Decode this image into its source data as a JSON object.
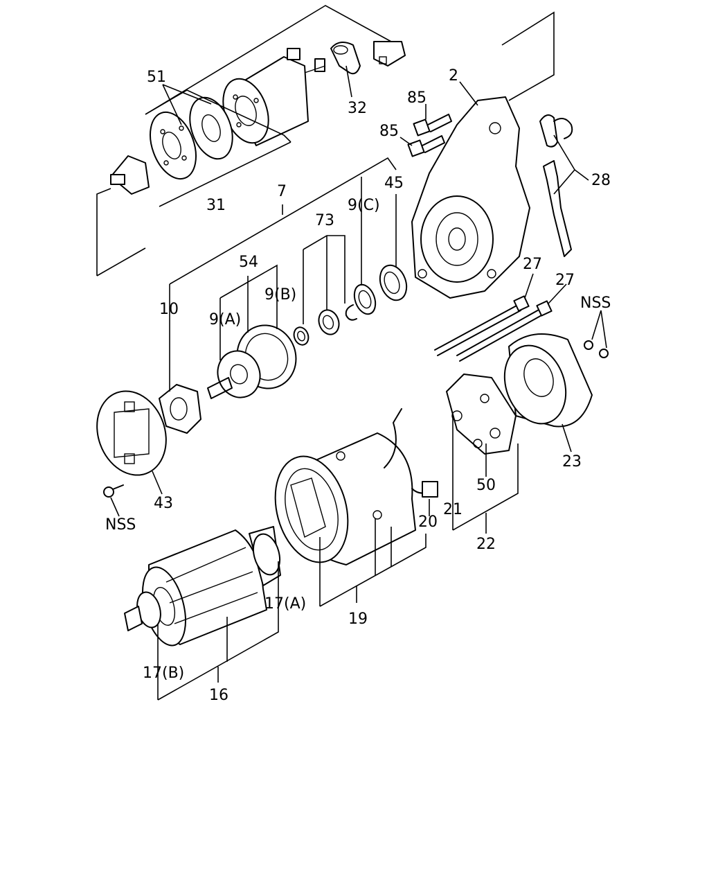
{
  "labels": {
    "l51": "51",
    "l32": "32",
    "l2": "2",
    "l85a": "85",
    "l85b": "85",
    "l28": "28",
    "l31": "31",
    "l7": "7",
    "l45": "45",
    "l9c": "9(C)",
    "l73": "73",
    "l54": "54",
    "l27a": "27",
    "l27b": "27",
    "l9b": "9(B)",
    "lnss1": "NSS",
    "l10": "10",
    "l9a": "9(A)",
    "l23": "23",
    "l50": "50",
    "l43": "43",
    "lnss2": "NSS",
    "l21": "21",
    "l20": "20",
    "l22": "22",
    "l17a": "17(A)",
    "l19": "19",
    "l17b": "17(B)",
    "l16": "16"
  }
}
